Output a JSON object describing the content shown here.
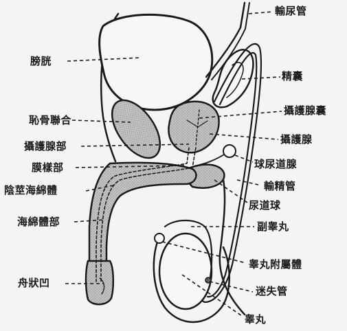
{
  "labels": {
    "l1": "輸尿管",
    "l2": "膀胱",
    "l3": "精囊",
    "l4": "恥骨聯合",
    "l5": "攝護腺囊",
    "l6": "攝護腺部",
    "l7": "攝護腺",
    "l8": "膜樣部",
    "l9": "球尿道腺",
    "l10": "陰莖海綿體",
    "l11": "輸精管",
    "l12": "尿道球",
    "l13": "海綿體部",
    "l14": "副睾丸",
    "l15": "睾丸附屬體",
    "l16": "舟狀凹",
    "l17": "迷失管",
    "l18": "睾丸"
  }
}
